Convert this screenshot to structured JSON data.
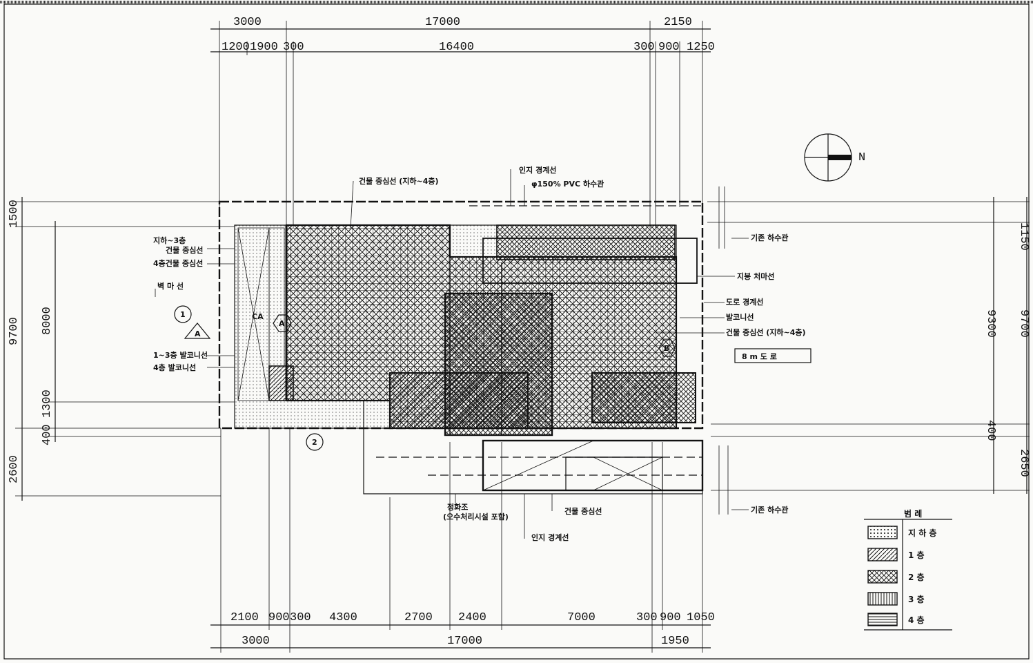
{
  "dimensions": {
    "top_total": [
      "3000",
      "17000",
      "2150"
    ],
    "top_detail": [
      "1200",
      "1900",
      "300",
      "16400",
      "300",
      "900",
      "1250"
    ],
    "bottom_detail": [
      "2100",
      "900",
      "300",
      "4300",
      "2700",
      "2400",
      "7000",
      "300",
      "900",
      "1050"
    ],
    "bottom_total": [
      "3000",
      "17000",
      "1950"
    ],
    "left_outer": [
      "1500",
      "9700",
      "2600"
    ],
    "left_inner": [
      "8000",
      "1300",
      "400"
    ],
    "right_outer": [
      "1150",
      "9700",
      "2650"
    ],
    "right_inner": [
      "9300",
      "400"
    ]
  },
  "north_label": "N",
  "markers": {
    "circle_1": "1",
    "circle_2": "2",
    "triangle": "A",
    "hex_a": "A",
    "hex_b": "B",
    "ca": "CA"
  },
  "annotations": {
    "top_1": "건물 중심선 (지하~4층)",
    "top_2": "인지 경계선",
    "top_3": "φ150% PVC 하수관",
    "left_1": "지하~3층",
    "left_2": "건물 중심선",
    "left_3": "4층건물 중심선",
    "left_4": "벽 마 선",
    "left_5": "1~3층 발코니선",
    "left_6": "4층 발코니선",
    "right_1": "기존 하수관",
    "right_2": "지붕 처마선",
    "right_3": "도로 경계선",
    "right_4": "발코니선",
    "right_5": "건물 중심선 (지하~4층)",
    "right_box": "8 m 도 로",
    "right_6": "기존 하수관",
    "bottom_1": "정화조",
    "bottom_2": "(오수처리시설 포함)",
    "bottom_3": "건물 중심선",
    "bottom_4": "인지 경계선"
  },
  "legend": {
    "title": "범 례",
    "items": [
      {
        "label": "지 하 층"
      },
      {
        "label": "1 층"
      },
      {
        "label": "2 층"
      },
      {
        "label": "3 층"
      },
      {
        "label": "4 층"
      }
    ]
  }
}
